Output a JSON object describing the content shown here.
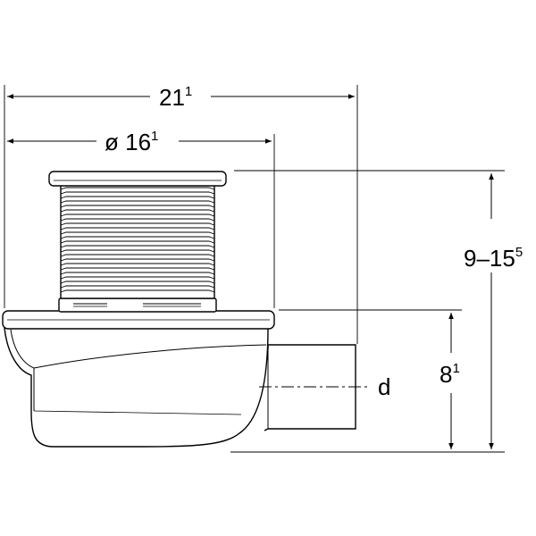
{
  "dimensions": {
    "overall_width": {
      "main": "21",
      "sup": "1"
    },
    "diameter": {
      "main": "ø 16",
      "sup": "1"
    },
    "height_range": {
      "main": "9–15",
      "sup": "5"
    },
    "outlet_height": {
      "main": "8",
      "sup": "1"
    },
    "outlet_label": "d"
  },
  "colors": {
    "line": "#000000",
    "background": "#ffffff",
    "part_fill": "#ffffff"
  }
}
